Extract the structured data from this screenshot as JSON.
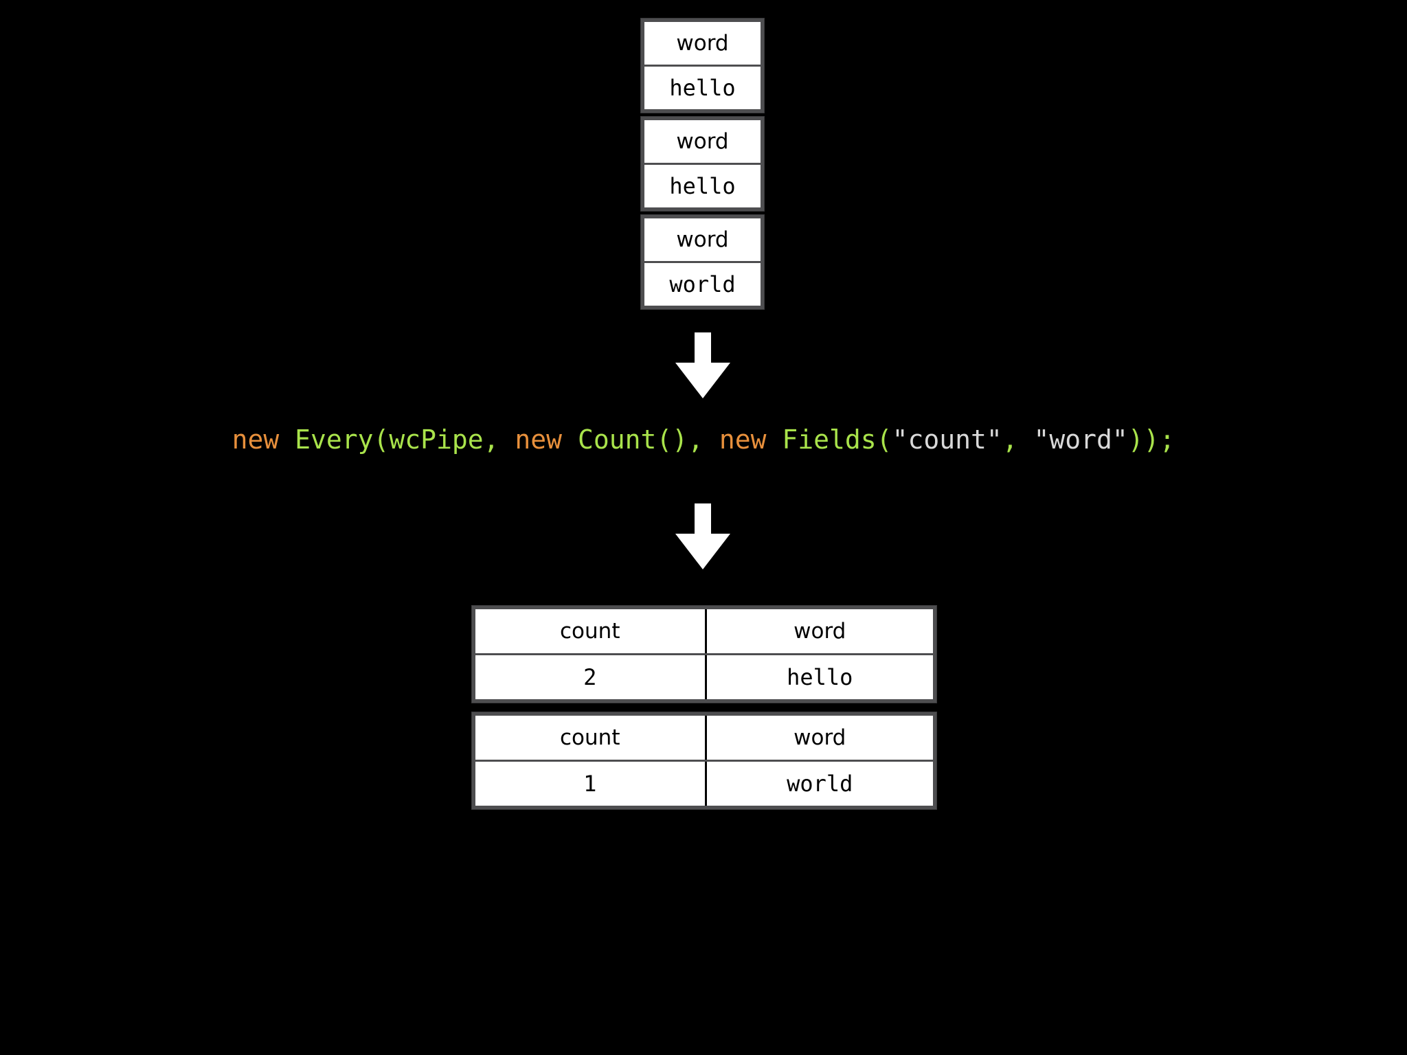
{
  "background_color": "#000000",
  "diagram": {
    "title_text": "",
    "input_stack": {
      "name": "input-tuple-stream",
      "tuples": [
        {
          "field_label": "word",
          "value": "hello"
        },
        {
          "field_label": "word",
          "value": "hello"
        },
        {
          "field_label": "word",
          "value": "world"
        }
      ]
    },
    "arrows": [
      {
        "name": "arrow-down-to-code",
        "direction": "down",
        "color": "#ffffff"
      },
      {
        "name": "arrow-down-to-output",
        "direction": "down",
        "color": "#ffffff"
      }
    ],
    "code_line": {
      "full_text": "new Every(wcPipe, new Count(), new Fields(\"count\", \"word\"));",
      "tokens": [
        {
          "t": "new",
          "c": "#E8903C"
        },
        {
          "t": " ",
          "c": "#A9E34B"
        },
        {
          "t": "Every(",
          "c": "#A9E34B"
        },
        {
          "t": "wcPipe",
          "c": "#A9E34B"
        },
        {
          "t": ", ",
          "c": "#A9E34B"
        },
        {
          "t": "new",
          "c": "#E8903C"
        },
        {
          "t": " ",
          "c": "#A9E34B"
        },
        {
          "t": "Count()",
          "c": "#A9E34B"
        },
        {
          "t": ", ",
          "c": "#A9E34B"
        },
        {
          "t": "new",
          "c": "#E8903C"
        },
        {
          "t": " ",
          "c": "#A9E34B"
        },
        {
          "t": "Fields(",
          "c": "#A9E34B"
        },
        {
          "t": "\"count\"",
          "c": "#D9D9D9"
        },
        {
          "t": ",",
          "c": "#A9E34B"
        },
        {
          "t": " ",
          "c": "#A9E34B"
        },
        {
          "t": "\"word\"",
          "c": "#D9D9D9"
        },
        {
          "t": "));",
          "c": "#A9E34B"
        }
      ]
    },
    "output_stack": {
      "name": "output-tuple-stream",
      "headers": [
        "count",
        "word"
      ],
      "rows": [
        {
          "count": "2",
          "word": "hello"
        },
        {
          "count": "1",
          "word": "world"
        }
      ]
    }
  },
  "colors": {
    "frame_gray": "#4e4e50",
    "cell_white": "#ffffff",
    "keyword_orange": "#E8903C",
    "code_green": "#A9E34B",
    "string_gray": "#D9D9D9",
    "arrow_white": "#ffffff"
  }
}
